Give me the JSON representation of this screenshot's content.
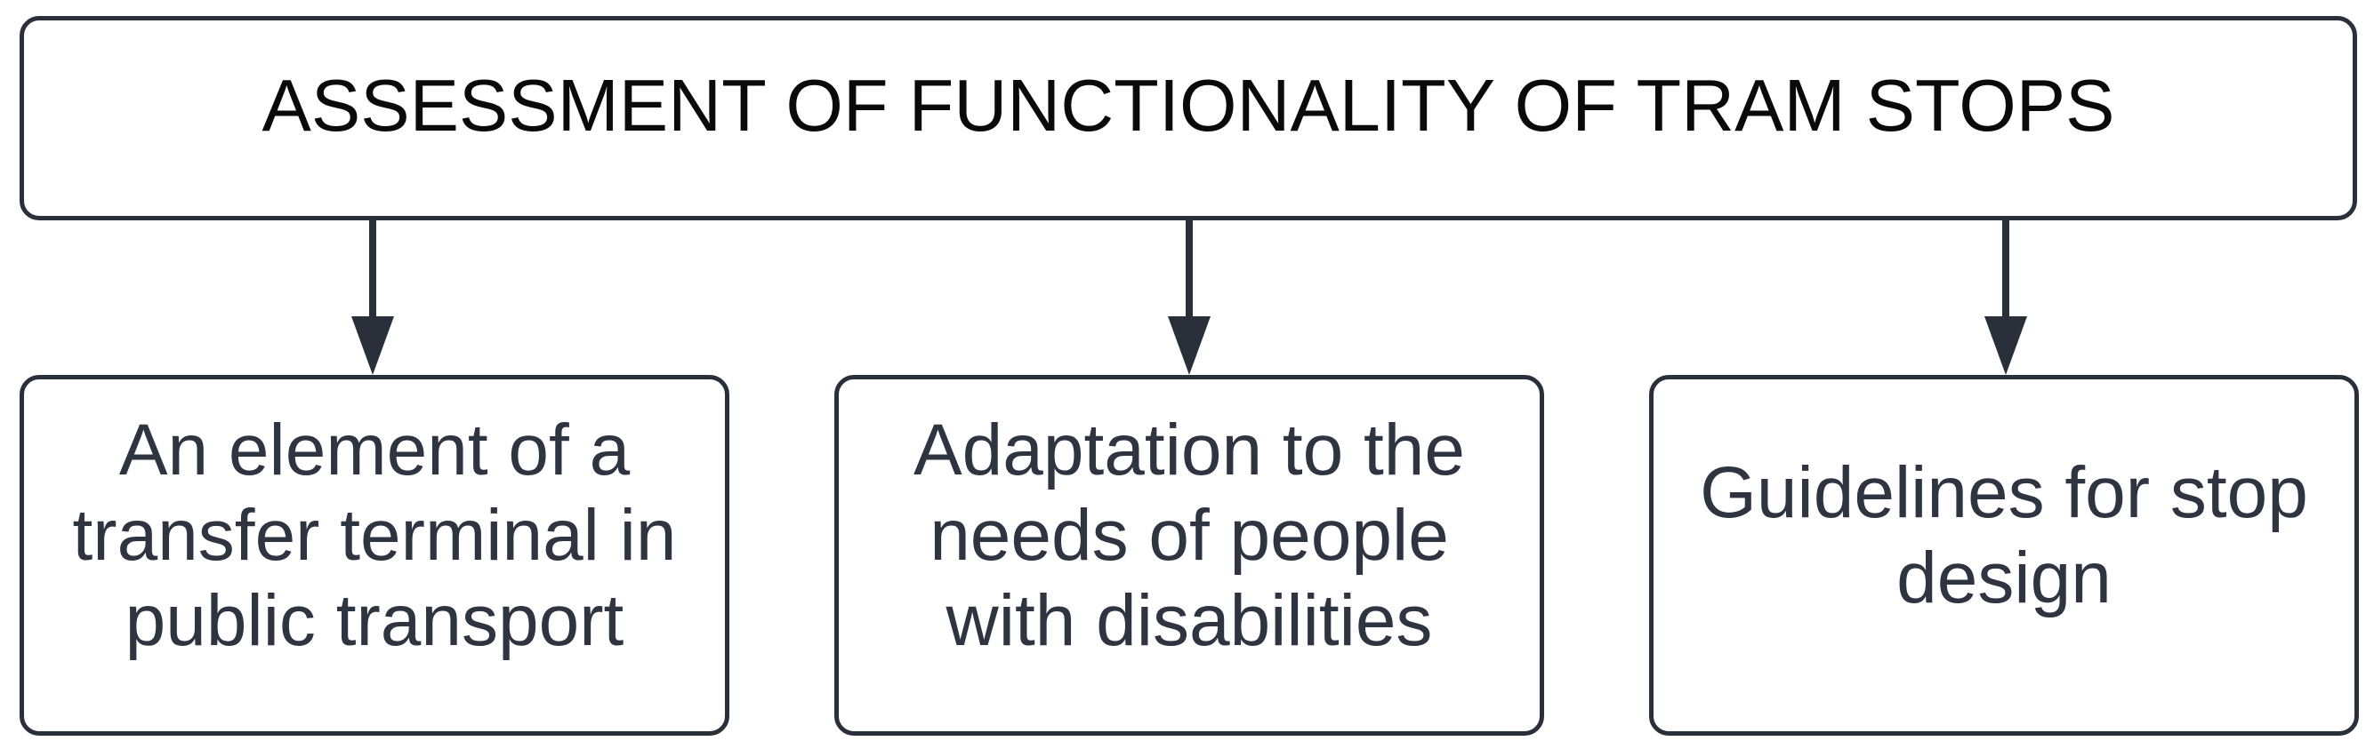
{
  "diagram": {
    "title": {
      "label": "ASSESSMENT OF FUNCTIONALITY OF TRAM STOPS"
    },
    "nodes": [
      {
        "id": "transfer-terminal",
        "label": "An element of a transfer terminal in public transport",
        "lines": [
          "An element of a",
          "transfer terminal in",
          "public transport"
        ]
      },
      {
        "id": "disabilities-adaptation",
        "label": "Adaptation to the needs of people with disabilities",
        "lines": [
          "Adaptation to the",
          "needs of people",
          "with disabilities"
        ]
      },
      {
        "id": "stop-design-guidelines",
        "label": "Guidelines for stop design",
        "lines": [
          "Guidelines for stop",
          "design"
        ]
      }
    ],
    "connectors": [
      {
        "from": "title",
        "to": "transfer-terminal",
        "type": "arrow-down"
      },
      {
        "from": "title",
        "to": "disabilities-adaptation",
        "type": "arrow-down"
      },
      {
        "from": "title",
        "to": "stop-design-guidelines",
        "type": "arrow-down"
      }
    ],
    "colors": {
      "background": "#ffffff",
      "border": "#2a303a",
      "title-text": "#0a0a0a",
      "node-text": "#2e3540"
    }
  }
}
